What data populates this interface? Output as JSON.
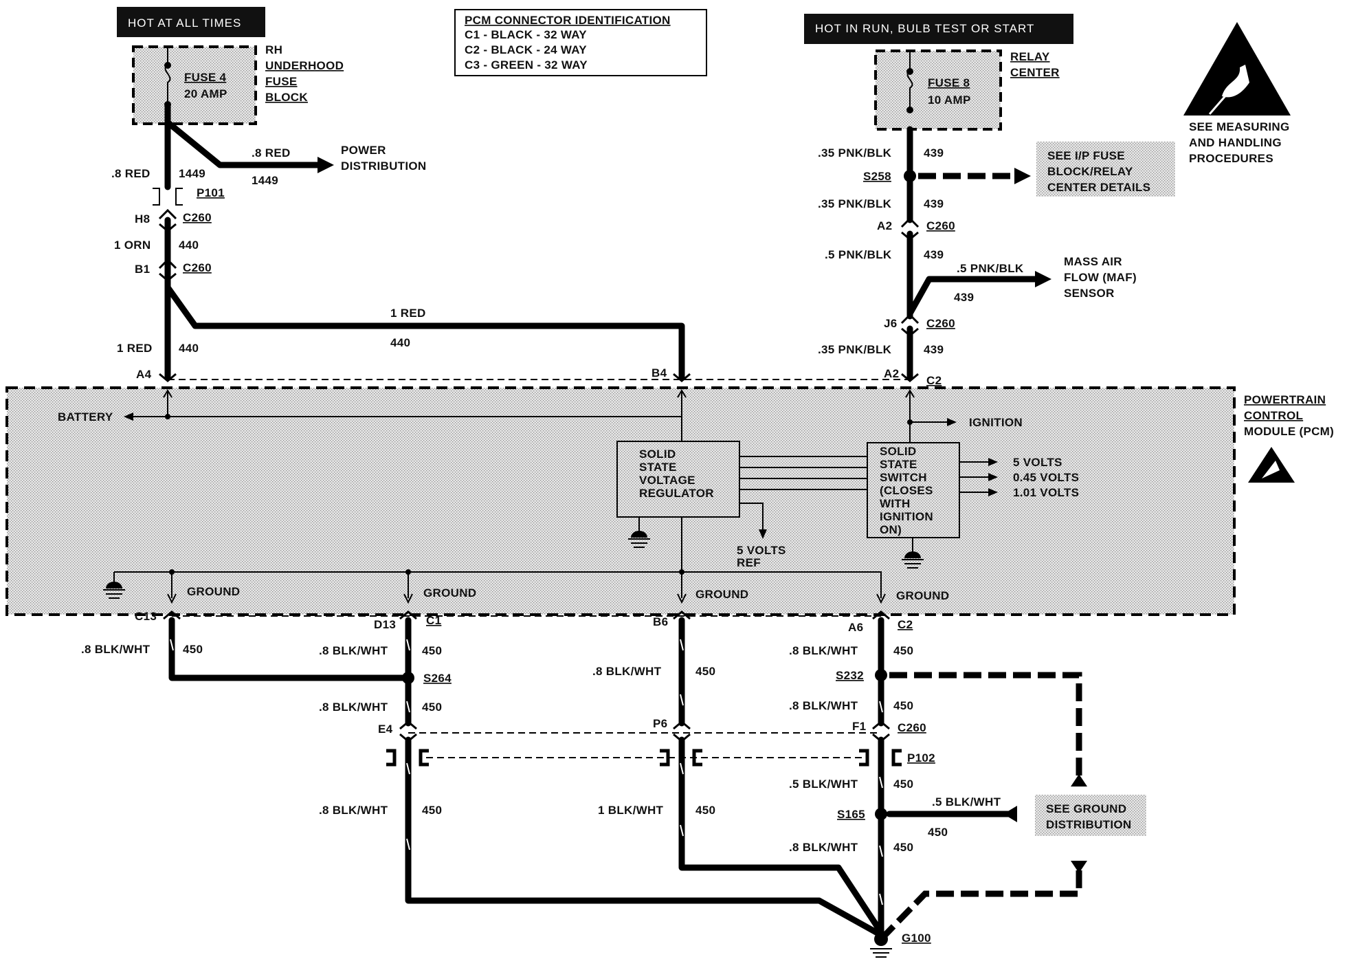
{
  "headers": {
    "left": "HOT AT ALL TIMES",
    "right": "HOT IN RUN, BULB TEST OR START"
  },
  "connector_id": {
    "title": "PCM CONNECTOR IDENTIFICATION",
    "lines": [
      "C1 - BLACK - 32 WAY",
      "C2 - BLACK - 24 WAY",
      "C3 - GREEN - 32 WAY"
    ]
  },
  "fuse_left": {
    "label_lines": [
      "FUSE 4",
      "20 AMP"
    ],
    "block_lines": [
      "RH",
      "UNDERHOOD",
      "FUSE",
      "BLOCK"
    ]
  },
  "fuse_right": {
    "label_lines": [
      "FUSE 8",
      "10 AMP"
    ],
    "block_lines": [
      "RELAY",
      "CENTER"
    ]
  },
  "esd": {
    "lines": [
      "SEE MEASURING",
      "AND HANDLING",
      "PROCEDURES"
    ]
  },
  "left_circuit": {
    "w1_color": ".8 RED",
    "w1_num": "1449",
    "branch_color": ".8 RED",
    "branch_num": "1449",
    "branch_dest_lines": [
      "POWER",
      "DISTRIBUTION"
    ],
    "p101": "P101",
    "h8": "H8",
    "c260_a": "C260",
    "w2_color": "1 ORN",
    "w2_num": "440",
    "b1": "B1",
    "c260_b": "C260",
    "top_color": "1 RED",
    "top_num": "440",
    "w3_color": "1 RED",
    "w3_num": "440",
    "a4": "A4",
    "b4": "B4"
  },
  "right_circuit": {
    "w1_color": ".35 PNK/BLK",
    "w1_num": "439",
    "s258": "S258",
    "see_ip_lines": [
      "SEE I/P FUSE",
      "BLOCK/RELAY",
      "CENTER DETAILS"
    ],
    "w2_color": ".35 PNK/BLK",
    "w2_num": "439",
    "a2_top": "A2",
    "c260_a": "C260",
    "w3_color": ".5 PNK/BLK",
    "w3_num": "439",
    "maf_color": ".5 PNK/BLK",
    "maf_num": "439",
    "maf_lines": [
      "MASS AIR",
      "FLOW (MAF)",
      "SENSOR"
    ],
    "j6": "J6",
    "c260_b": "C260",
    "w4_color": ".35 PNK/BLK",
    "w4_num": "439",
    "a2_bot": "A2",
    "c2": "C2"
  },
  "pcm": {
    "name_lines": [
      "POWERTRAIN",
      "CONTROL",
      "MODULE (PCM)"
    ],
    "battery": "BATTERY",
    "ignition": "IGNITION",
    "regulator_lines": [
      "SOLID",
      "STATE",
      "VOLTAGE",
      "REGULATOR"
    ],
    "switch_lines": [
      "SOLID",
      "STATE",
      "SWITCH",
      "(CLOSES",
      "WITH",
      "IGNITION",
      "ON)"
    ],
    "outputs": [
      "5 VOLTS",
      "0.45 VOLTS",
      "1.01 VOLTS"
    ],
    "ref_lines": [
      "5 VOLTS",
      "REF"
    ],
    "ground_labels": [
      "GROUND",
      "GROUND",
      "GROUND",
      "GROUND"
    ]
  },
  "ground_circuit": {
    "c13": "C13",
    "d13": "D13",
    "c1": "C1",
    "b6": "B6",
    "a6": "A6",
    "c2": "C2",
    "g1_color": ".8 BLK/WHT",
    "g1_num": "450",
    "g2_color": ".8 BLK/WHT",
    "g2_num": "450",
    "s264": "S264",
    "g3_color": ".8 BLK/WHT",
    "g3_num": "450",
    "g4_color": ".8 BLK/WHT",
    "g4_num": "450",
    "g5_color": ".8 BLK/WHT",
    "g5_num": "450",
    "s232": "S232",
    "g6_color": ".8 BLK/WHT",
    "g6_num": "450",
    "e4": "E4",
    "p6": "P6",
    "f1": "F1",
    "c260": "C260",
    "p102": "P102",
    "g7_color": ".5 BLK/WHT",
    "g7_num": "450",
    "s165": "S165",
    "g8_color": ".5 BLK/WHT",
    "g8_num": "450",
    "see_ground_lines": [
      "SEE GROUND",
      "DISTRIBUTION"
    ],
    "g9_color": ".8 BLK/WHT",
    "g9_num": "450",
    "g10_color": "1 BLK/WHT",
    "g10_num": "450",
    "g11_color": ".8 BLK/WHT",
    "g11_num": "450",
    "g100": "G100"
  }
}
